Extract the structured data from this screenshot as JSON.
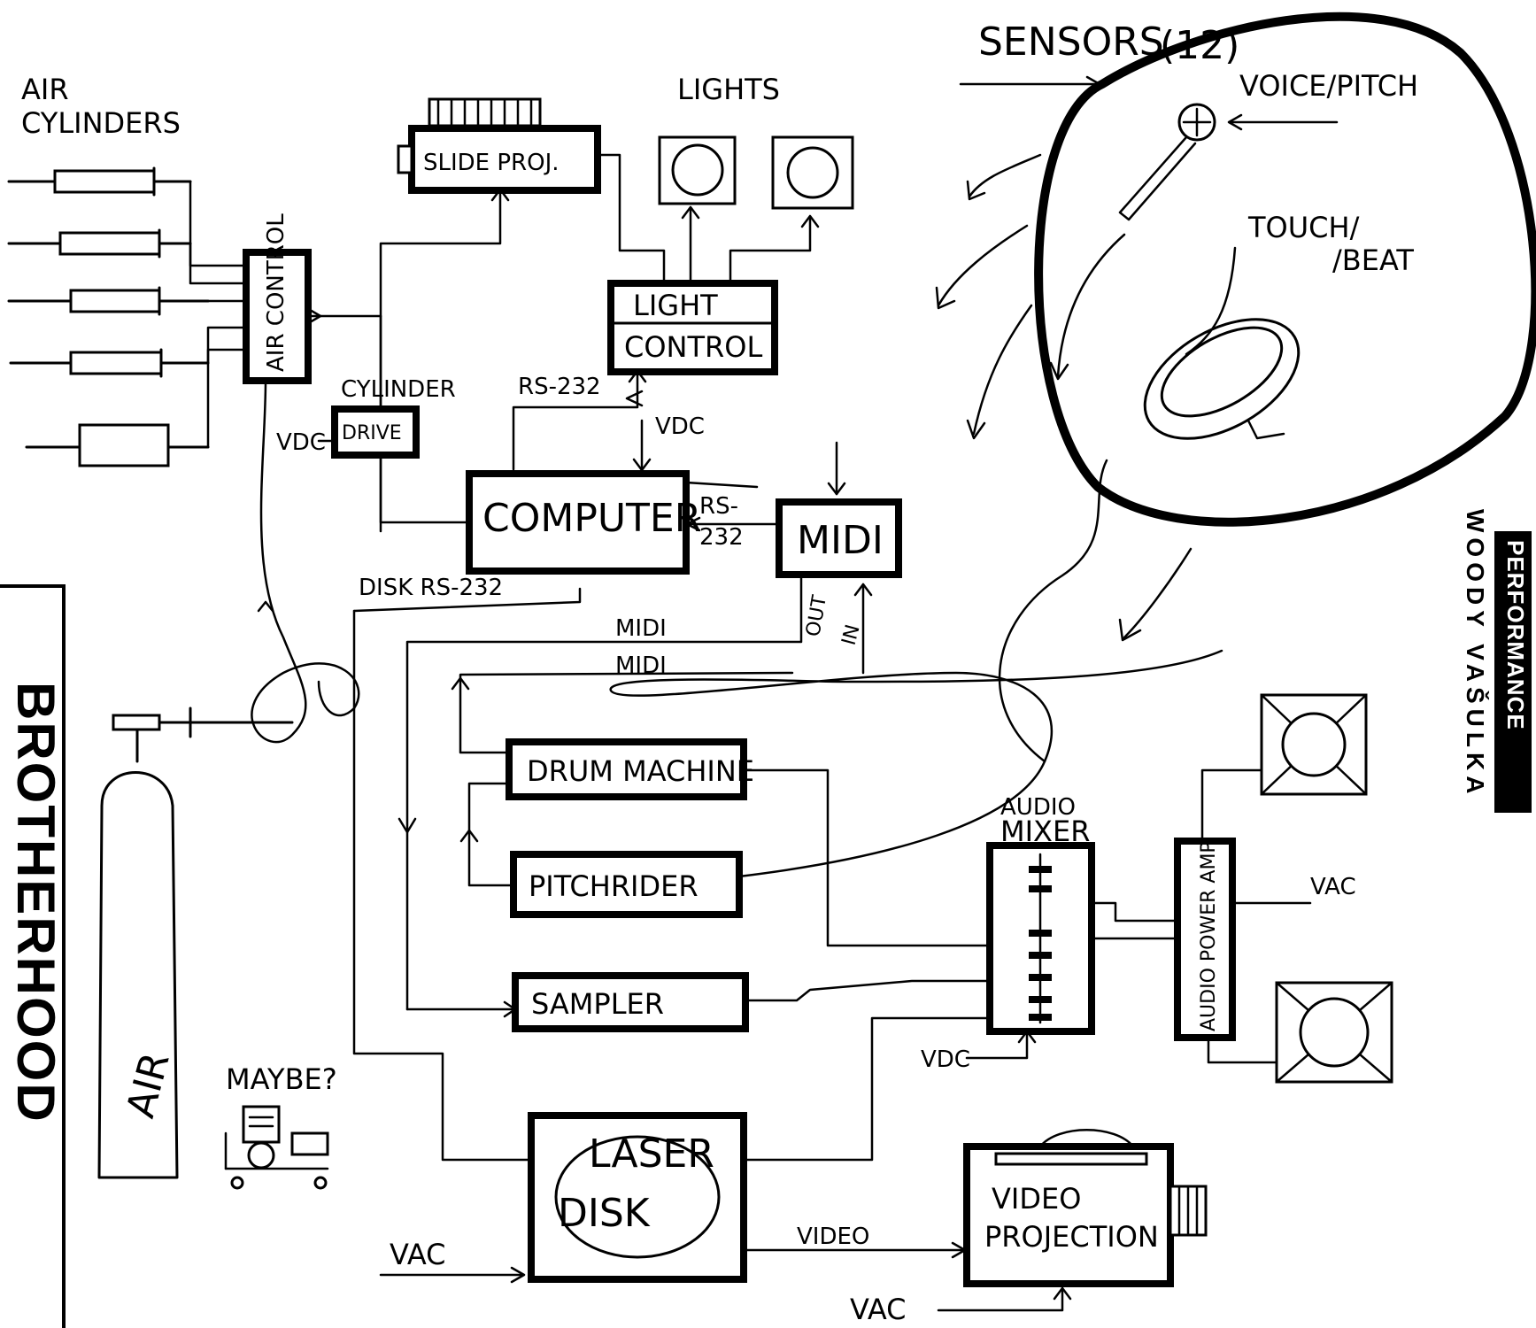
{
  "labels": {
    "air_cylinders_1": "AIR",
    "air_cylinders_2": "CYLINDERS",
    "air_control": "AIR CONTROL",
    "slide_proj": "SLIDE PROJ.",
    "lights": "LIGHTS",
    "light": "LIGHT",
    "control": "CONTROL",
    "sensors": "SENSORS",
    "sensors_count": "(12)",
    "voice_pitch": "VOICE/PITCH",
    "touch": "TOUCH/",
    "beat": "/BEAT",
    "cylinder": "CYLINDER",
    "drive": "DRIVE",
    "vdc_drive": "VDC",
    "rs232_top": "RS-232",
    "vdc_top": "VDC",
    "computer": "COMPUTER",
    "rs_1": "RS-",
    "rs_2": "232",
    "midi_box": "MIDI",
    "disk_rs232": "DISK RS-232",
    "out": "OUT",
    "in": "IN",
    "midi_line1": "MIDI",
    "midi_line2": "MIDI",
    "drum_machine": "DRUM MACHINE",
    "pitchrider": "PITCHRIDER",
    "sampler": "SAMPLER",
    "audio": "AUDIO",
    "mixer": "MIXER",
    "audio_amp": "AUDIO POWER AMP",
    "vac_amp": "VAC",
    "vdc_mixer": "VDC",
    "air_tank": "AIR",
    "maybe": "MAYBE?",
    "laser": "LASER",
    "disk": "DISK",
    "vac_laser": "VAC",
    "video": "VIDEO",
    "video_projection_1": "VIDEO",
    "video_projection_2": "PROJECTION",
    "vac_bottom": "VAC"
  },
  "sidebar": {
    "title": "BROTHERHOOD",
    "section": "PERFORMANCE",
    "author": "WOODY VAŠULKA"
  }
}
